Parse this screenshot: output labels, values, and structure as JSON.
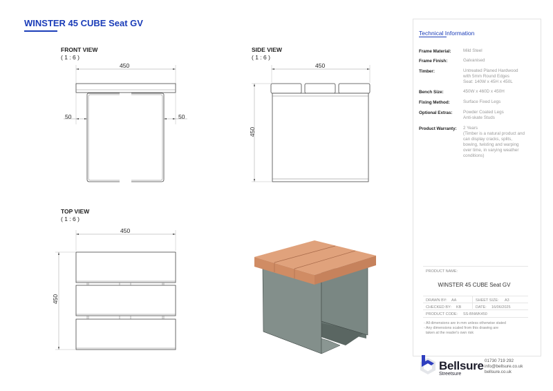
{
  "header": {
    "title": "WINSTER 45 CUBE Seat GV",
    "accent_color": "#1a3cb8"
  },
  "views": {
    "front": {
      "label": "FRONT VIEW",
      "scale": "( 1 : 6 )",
      "width_dim": "450",
      "left_offset_dim": "50",
      "right_offset_dim": "50"
    },
    "side": {
      "label": "SIDE VIEW",
      "scale": "( 1 : 6 )",
      "width_dim": "450",
      "height_dim": "450"
    },
    "top": {
      "label": "TOP VIEW",
      "scale": "( 1 : 6 )",
      "width_dim": "450",
      "height_dim": "450"
    },
    "render_3d": {
      "icon": "isometric-seat-render",
      "timber_color": "#d9946a",
      "frame_color": "#7d8a86"
    }
  },
  "technical_info": {
    "title": "Technical Information",
    "specs": [
      {
        "key": "Frame Material:",
        "value": "Mild Steel"
      },
      {
        "key": "Frame Finish:",
        "value": "Galvanised"
      },
      {
        "key": "Timber:",
        "value": "Untreated Planed Hardwood\nwith 5mm Round Edges\nSeat: 140W x 45H x 450L"
      },
      {
        "key": "Bench Size:",
        "value": "450W x 460D x 450H"
      },
      {
        "key": "Fixing Method:",
        "value": "Surface Fixed Legs"
      },
      {
        "key": "Optional Extras:",
        "value": "Powder Coated Legs\nAnti-skate Studs"
      },
      {
        "key": "Product Warranty:",
        "value": "2 Years\n(Timber is a natural product and\ncan display cracks, splits,\nbowing, twisting and warping\nover time, in varying weather\nconditions)"
      }
    ]
  },
  "title_block": {
    "product_name_label": "PRODUCT NAME:",
    "product_name": "WINSTER 45 CUBE Seat GV",
    "drawn_by_label": "DRAWN BY:",
    "drawn_by": "AA",
    "sheet_size_label": "SHEET SIZE:",
    "sheet_size": "A3",
    "checked_by_label": "CHECKED BY:",
    "checked_by": "KB",
    "date_label": "DATE:",
    "date": "16/06/2025",
    "product_code_label": "PRODUCT CODE:",
    "product_code": "SS-BNWK450",
    "notes": [
      "- All dimensions are in mm unless otherwise stated",
      "- Any dimensions scaled from this drawing are",
      "  taken at the reader's own risk"
    ]
  },
  "footer": {
    "brand": "Bellsure",
    "sub_brand": "Streetsure",
    "logo_icon": "bellsure-hexagon-logo",
    "phone": "01730 719 292",
    "email": "info@bellsure.co.uk",
    "website": "bellsure.co.uk"
  }
}
